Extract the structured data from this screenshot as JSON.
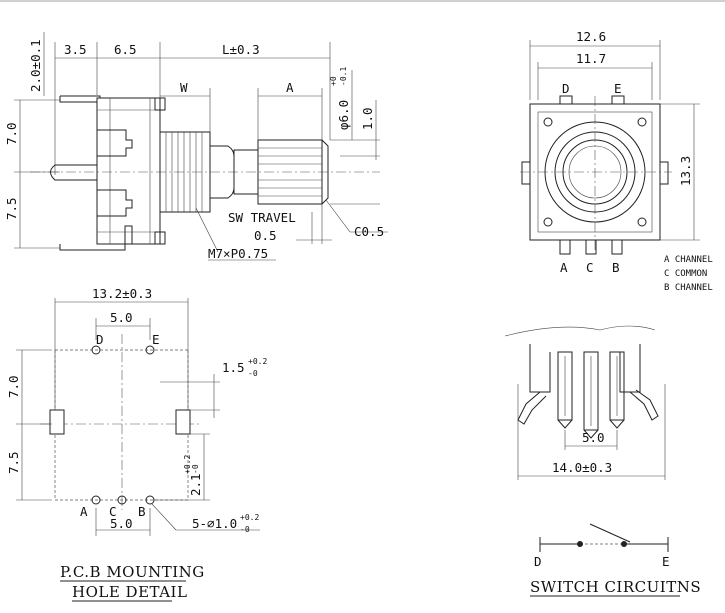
{
  "side_view": {
    "dim_2_0": "2.0±0.1",
    "dim_3_5": "3.5",
    "dim_6_5": "6.5",
    "dim_L": "L±0.3",
    "dim_W": "W",
    "dim_A": "A",
    "dim_shaft_dia": "φ6.0",
    "dim_shaft_tol_upper": "+0",
    "dim_shaft_tol_lower": "-0.1",
    "dim_1_0": "1.0",
    "dim_7_0": "7.0",
    "dim_7_5": "7.5",
    "sw_travel": "SW TRAVEL",
    "sw_travel_val": "0.5",
    "chamfer": "C0.5",
    "thread": "M7×P0.75"
  },
  "front_view": {
    "dim_12_6": "12.6",
    "dim_11_7": "11.7",
    "dim_13_3": "13.3",
    "pin_labels_top": [
      "D",
      "E"
    ],
    "pin_labels_bottom": [
      "A",
      "C",
      "B"
    ],
    "legend": [
      "A CHANNEL",
      "C COMMON",
      "B CHANNEL"
    ]
  },
  "pcb_view": {
    "dim_13_2": "13.2±0.3",
    "dim_5_0_top": "5.0",
    "dim_5_0_bottom": "5.0",
    "dim_7_0": "7.0",
    "dim_7_5": "7.5",
    "dim_1_5": "1.5",
    "dim_1_5_tol_upper": "+0.2",
    "dim_1_5_tol_lower": "-0",
    "dim_2_1": "2.1",
    "dim_2_1_tol_upper": "+0.2",
    "dim_2_1_tol_lower": "-0",
    "hole_note": "5-∅1.0",
    "hole_tol_upper": "+0.2",
    "hole_tol_lower": "-0",
    "pin_labels_top": [
      "D",
      "E"
    ],
    "pin_labels_bottom": [
      "A",
      "C",
      "B"
    ],
    "title_line1": "P.C.B MOUNTING",
    "title_line2": "HOLE DETAIL"
  },
  "bottom_view": {
    "dim_5_0": "5.0",
    "dim_14_0": "14.0±0.3"
  },
  "switch_circuit": {
    "label_d": "D",
    "label_e": "E",
    "title": "SWITCH CIRCUITNS"
  }
}
